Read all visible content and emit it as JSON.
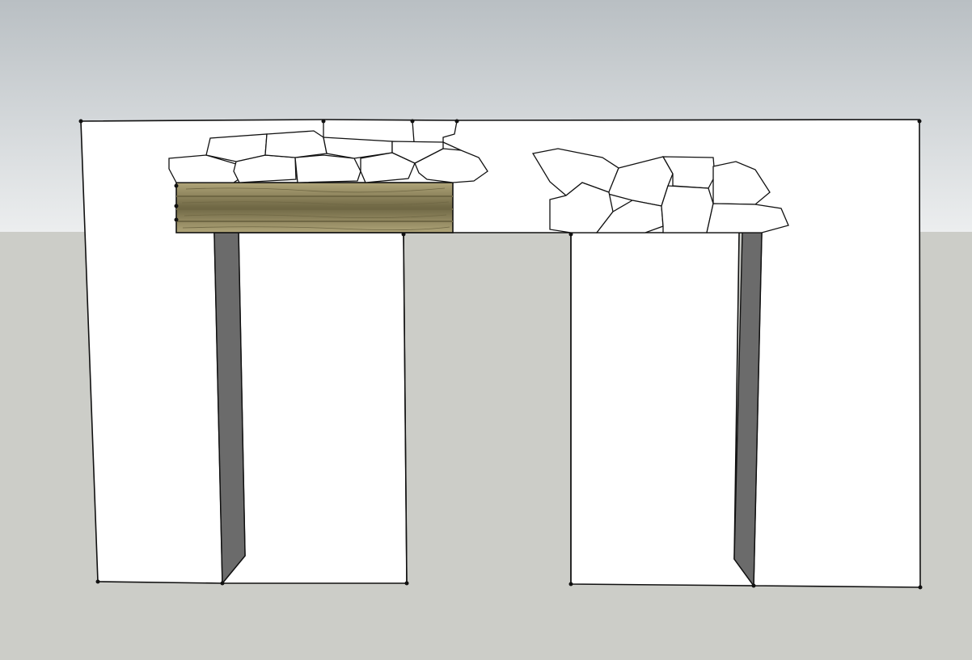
{
  "scene": {
    "colors": {
      "sky_top": "#b9bfc3",
      "sky_bottom": "#eceeef",
      "ground": "#cccdc8",
      "wall": "#ffffff",
      "edge": "#111111",
      "post_shadow": "#6b6b6b",
      "wood_light": "#b0a579",
      "wood_dark": "#6f6744",
      "stone_fill": "#ffffff"
    },
    "objects": {
      "wall": "wall",
      "left_opening": "doorway",
      "right_opening": "doorway",
      "left_lintel": "wood-plank-lintel",
      "left_stones": "stone-course",
      "right_stones": "stone-course"
    }
  }
}
